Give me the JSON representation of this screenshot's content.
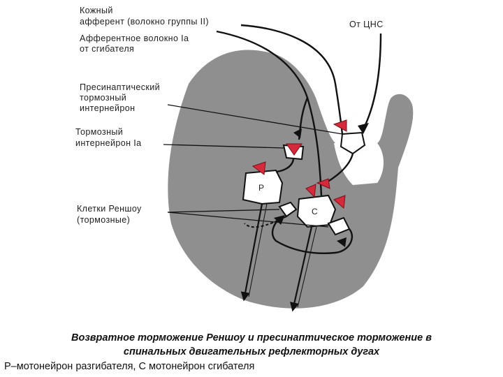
{
  "labels": {
    "skin_afferent_line1": "Кожный",
    "skin_afferent_line2": "афферент (волокно группы II)",
    "from_cns": "От ЦНС",
    "afferent_ia_line1": "Афферентное волокно Ia",
    "afferent_ia_line2": "от сгибателя",
    "presynaptic_line1": "Пресинаптический",
    "presynaptic_line2": "тормозный",
    "presynaptic_line3": "интернейрон",
    "inhibitory_ia_line1": "Тормозный",
    "inhibitory_ia_line2": "интернейрон Ia",
    "renshaw_line1": "Клетки Реншоу",
    "renshaw_line2": "(тормозные)",
    "cell_p": "Р",
    "cell_c": "С"
  },
  "caption": {
    "title_line1": "Возвратное торможение Реншоу и пресинаптическое торможение в",
    "title_line2": "спинальных двигательных рефлекторных дугах",
    "legend": "Р–мотонейрон разгибателя, С мотонейрон сгибателя"
  },
  "colors": {
    "gray_matter": "#8f8f8f",
    "inhibitory_synapse": "#d42a3c",
    "line": "#111111"
  }
}
